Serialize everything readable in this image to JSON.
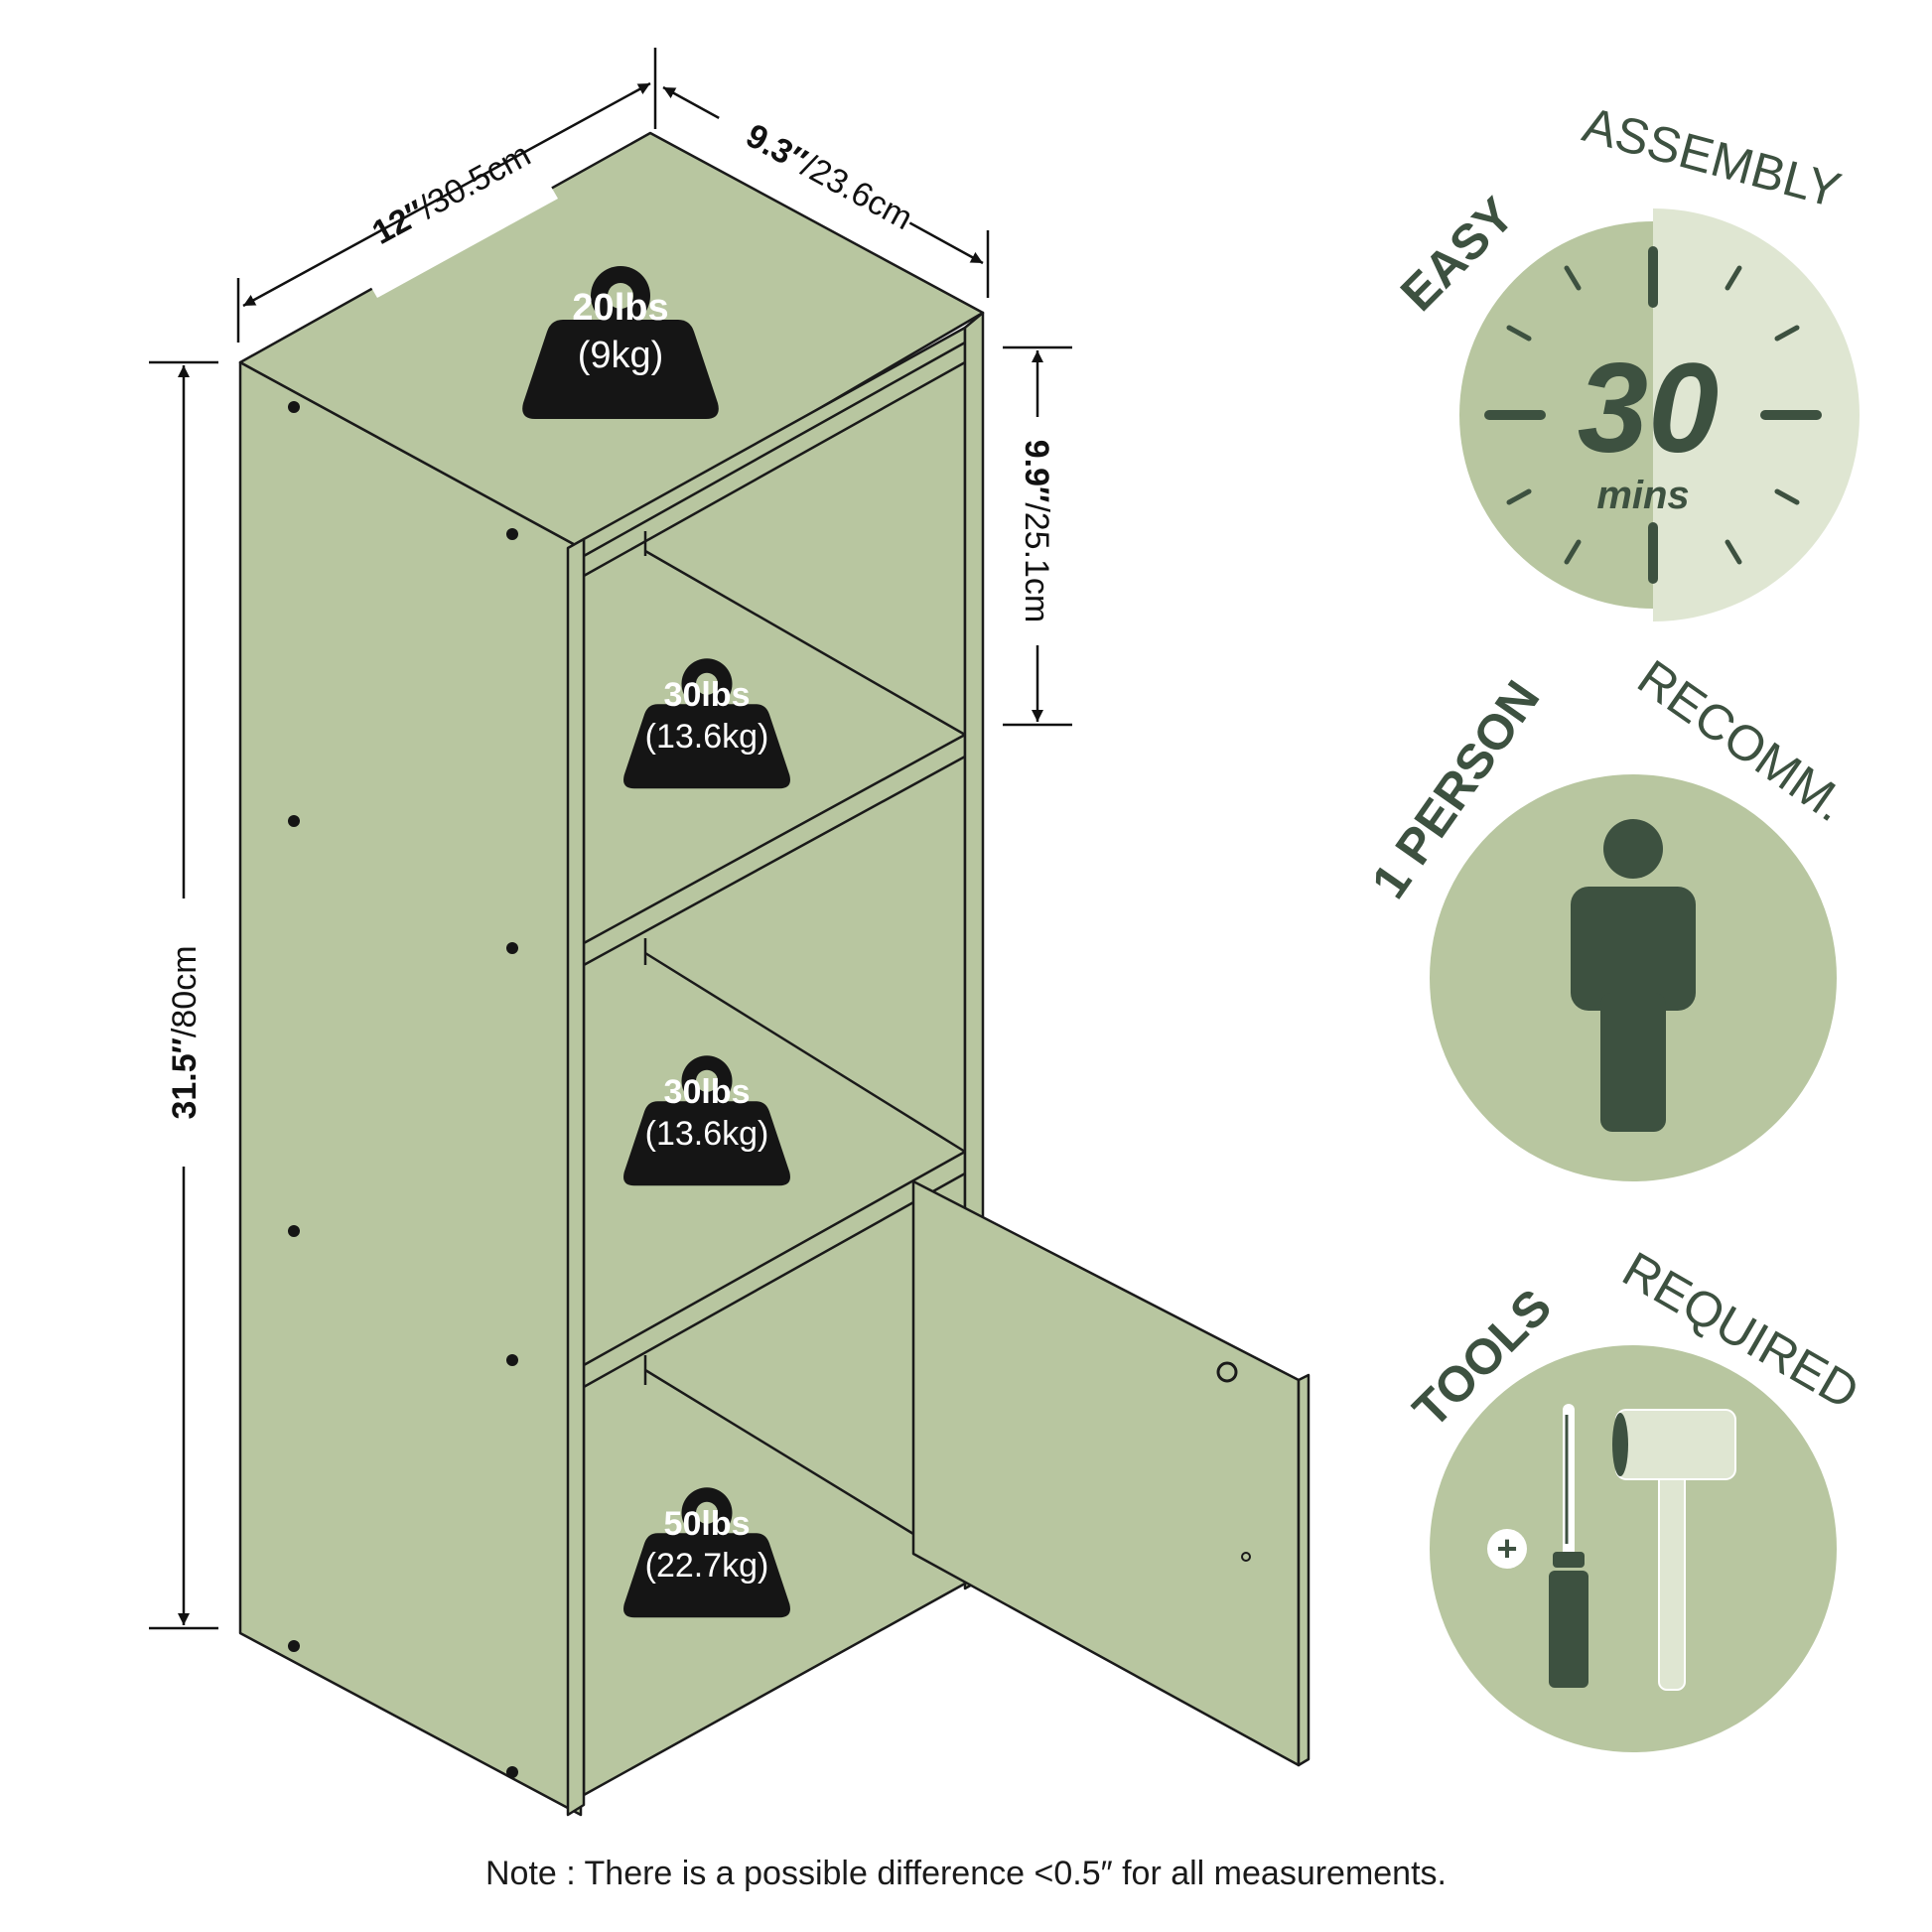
{
  "dimensions": {
    "width_in": "12″",
    "width_cm": "/30.5cm",
    "depth_in": "9.3″",
    "depth_cm": "/23.6cm",
    "height_in": "31.5″",
    "height_cm": "/80cm",
    "shelf_in": "9.9″",
    "shelf_cm": "/25.1cm"
  },
  "weights": [
    {
      "lbs": "20lbs",
      "kg": "(9kg)"
    },
    {
      "lbs": "30lbs",
      "kg": "(13.6kg)"
    },
    {
      "lbs": "30lbs",
      "kg": "(13.6kg)"
    },
    {
      "lbs": "50lbs",
      "kg": "(22.7kg)"
    }
  ],
  "badges": {
    "assembly": {
      "bold": "EASY",
      "light": "ASSEMBLY",
      "number": "30",
      "unit": "mins"
    },
    "person": {
      "bold": "1 PERSON",
      "light": "RECOMM."
    },
    "tools": {
      "bold": "TOOLS",
      "light": "REQUIRED",
      "plus": "+"
    }
  },
  "note": "Note : There is a possible difference <0.5″ for all measurements.",
  "colors": {
    "panel": "#b8c6a0",
    "dark_green": "#3d5140",
    "light_green": "#dfe6d2",
    "weight": "#151515"
  }
}
